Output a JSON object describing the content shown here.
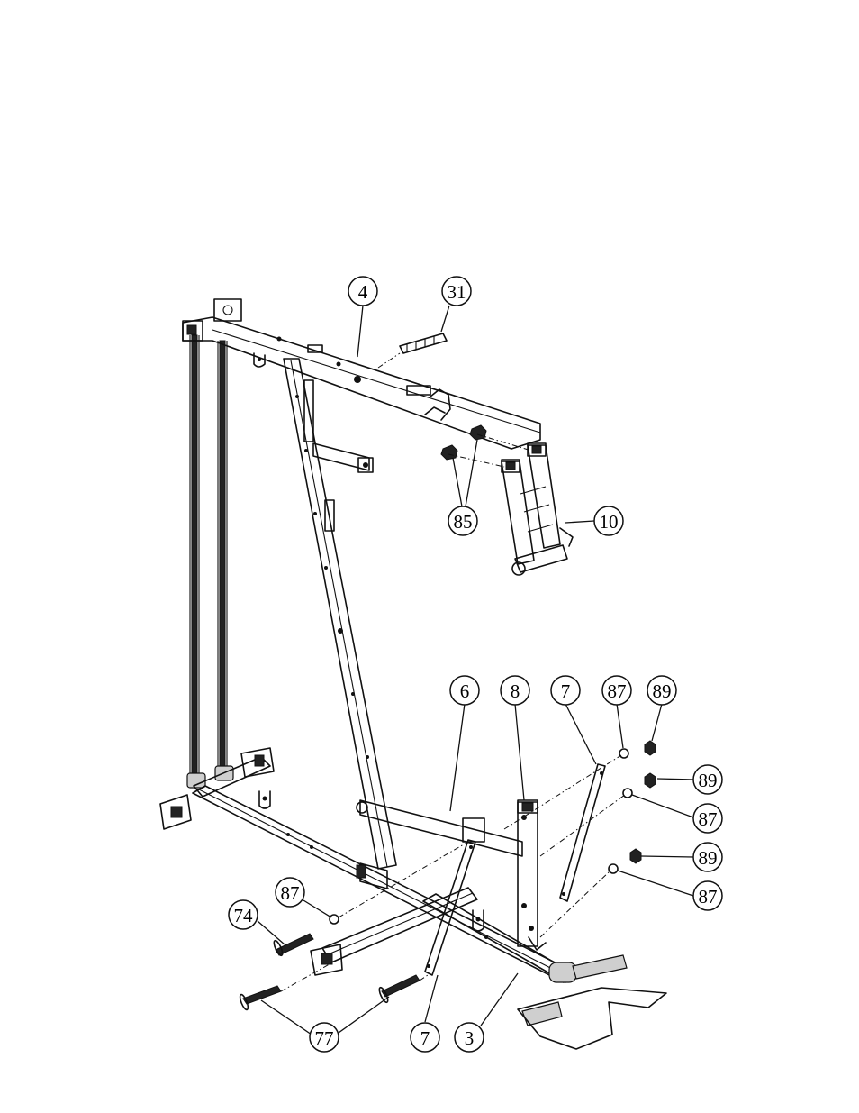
{
  "callouts": [
    {
      "id": "c-4",
      "label": "4"
    },
    {
      "id": "c-31",
      "label": "31"
    },
    {
      "id": "c-85",
      "label": "85"
    },
    {
      "id": "c-10",
      "label": "10"
    },
    {
      "id": "c-6",
      "label": "6"
    },
    {
      "id": "c-8",
      "label": "8"
    },
    {
      "id": "c-7a",
      "label": "7"
    },
    {
      "id": "c-87a",
      "label": "87"
    },
    {
      "id": "c-89a",
      "label": "89"
    },
    {
      "id": "c-89b",
      "label": "89"
    },
    {
      "id": "c-87b",
      "label": "87"
    },
    {
      "id": "c-89c",
      "label": "89"
    },
    {
      "id": "c-87c",
      "label": "87"
    },
    {
      "id": "c-87d",
      "label": "87"
    },
    {
      "id": "c-74",
      "label": "74"
    },
    {
      "id": "c-77",
      "label": "77"
    },
    {
      "id": "c-7b",
      "label": "7"
    },
    {
      "id": "c-3",
      "label": "3"
    }
  ]
}
